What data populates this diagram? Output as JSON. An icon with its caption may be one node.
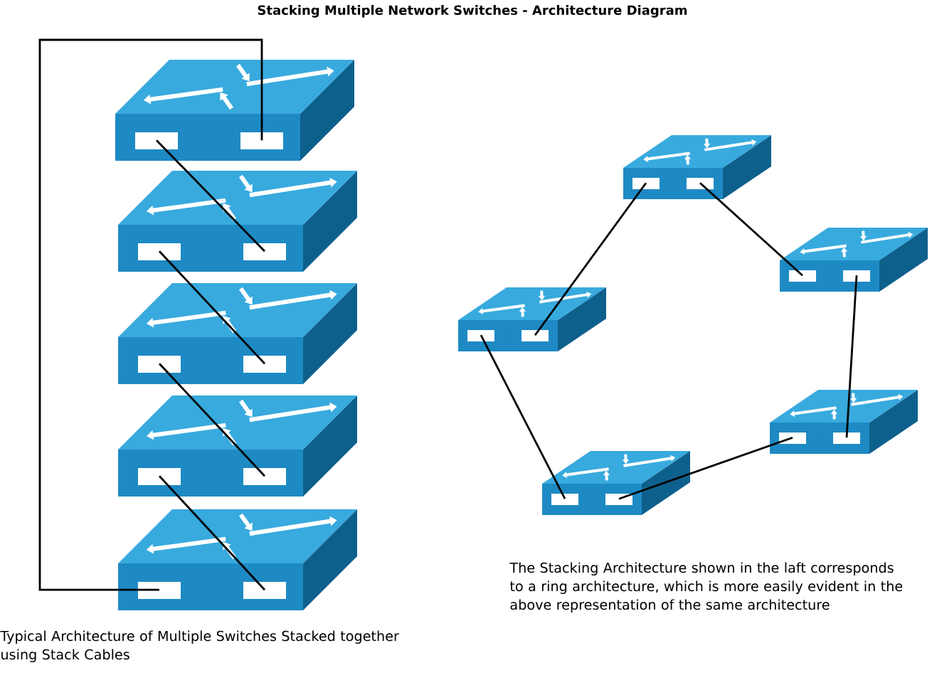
{
  "diagram": {
    "title": "Stacking Multiple Network Switches - Architecture Diagram",
    "nodes": [
      {
        "text": [],
        "shape": "picture"
      },
      {
        "text": [],
        "shape": "picture"
      },
      {
        "text": [],
        "shape": "picture"
      },
      {
        "text": [],
        "shape": "picture"
      },
      {
        "text": [],
        "shape": "picture"
      },
      {
        "text": [],
        "shape": "picture"
      },
      {
        "text": [],
        "shape": "picture"
      },
      {
        "text": [],
        "shape": "picture"
      },
      {
        "text": [],
        "shape": "picture"
      },
      {
        "text": [],
        "shape": "picture"
      }
    ],
    "edges": [
      {
        "from": 0,
        "to": 1,
        "arrow": "none"
      },
      {
        "from": 1,
        "to": 2,
        "arrow": "none"
      },
      {
        "from": 2,
        "to": 3,
        "arrow": "none"
      },
      {
        "from": 3,
        "to": 4,
        "arrow": "none"
      },
      {
        "from": 4,
        "to": 0,
        "arrow": "none"
      },
      {
        "from": 5,
        "to": 6,
        "arrow": "none"
      },
      {
        "from": 6,
        "to": 8,
        "arrow": "none"
      },
      {
        "from": 8,
        "to": 9,
        "arrow": "none"
      },
      {
        "from": 9,
        "to": 7,
        "arrow": "none"
      },
      {
        "from": 7,
        "to": 5,
        "arrow": "none"
      }
    ],
    "labels": [
      "Typical Architecture of Multiple Switches Stacked together using Stack Cables",
      "The Stacking Architecture shown in the laft corresponds to a ring architecture, which is more easily evident in the above representation of the same architecture"
    ]
  }
}
